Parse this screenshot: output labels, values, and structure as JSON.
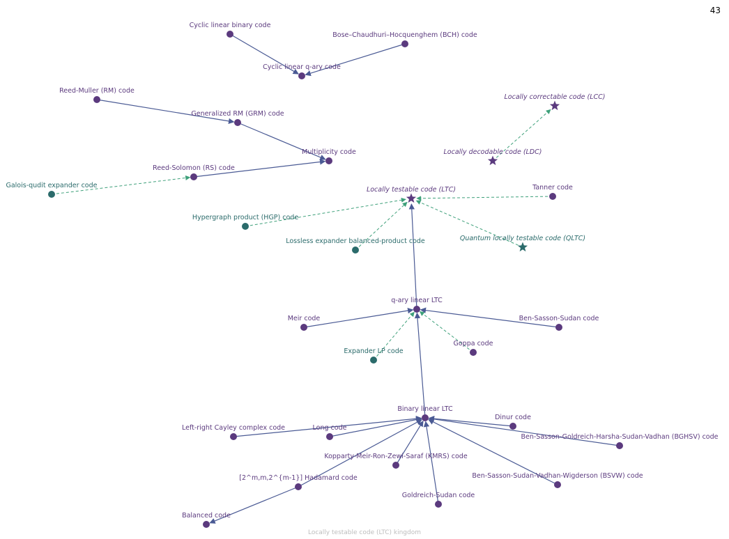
{
  "page_number": "43",
  "caption": "Locally testable code (LTC) kingdom",
  "colors": {
    "classical": "#5b3a7e",
    "quantum": "#2b6b6b",
    "edge_solid": "#4a5a94",
    "edge_dashed": "#3ea07a"
  },
  "nodes": [
    {
      "id": "cyclic_binary",
      "label": "Cyclic linear binary code",
      "kind": "classical",
      "shape": "circle",
      "italic": false
    },
    {
      "id": "bch",
      "label": "Bose–Chaudhuri–Hocquenghem (BCH) code",
      "kind": "classical",
      "shape": "circle",
      "italic": false
    },
    {
      "id": "cyclic_qary",
      "label": "Cyclic linear q-ary code",
      "kind": "classical",
      "shape": "circle",
      "italic": false
    },
    {
      "id": "rm",
      "label": "Reed-Muller (RM) code",
      "kind": "classical",
      "shape": "circle",
      "italic": false
    },
    {
      "id": "grm",
      "label": "Generalized RM (GRM) code",
      "kind": "classical",
      "shape": "circle",
      "italic": false
    },
    {
      "id": "mult",
      "label": "Multiplicity code",
      "kind": "classical",
      "shape": "circle",
      "italic": false
    },
    {
      "id": "rs",
      "label": "Reed-Solomon (RS) code",
      "kind": "classical",
      "shape": "circle",
      "italic": false
    },
    {
      "id": "galois",
      "label": "Galois-qudit expander code",
      "kind": "quantum",
      "shape": "circle",
      "italic": false
    },
    {
      "id": "lcc",
      "label": "Locally correctable code (LCC)",
      "kind": "classical",
      "shape": "star",
      "italic": true
    },
    {
      "id": "ldc",
      "label": "Locally decodable code (LDC)",
      "kind": "classical",
      "shape": "star",
      "italic": true
    },
    {
      "id": "ltc",
      "label": "Locally testable code (LTC)",
      "kind": "classical",
      "shape": "star",
      "italic": true
    },
    {
      "id": "tanner",
      "label": "Tanner code",
      "kind": "classical",
      "shape": "circle",
      "italic": false
    },
    {
      "id": "hgp",
      "label": "Hypergraph product (HGP) code",
      "kind": "quantum",
      "shape": "circle",
      "italic": false
    },
    {
      "id": "lossless",
      "label": "Lossless expander balanced-product code",
      "kind": "quantum",
      "shape": "circle",
      "italic": false
    },
    {
      "id": "qltc",
      "label": "Quantum locally testable code (QLTC)",
      "kind": "quantum",
      "shape": "star",
      "italic": true
    },
    {
      "id": "qary_ltc",
      "label": "q-ary linear LTC",
      "kind": "classical",
      "shape": "circle",
      "italic": false
    },
    {
      "id": "meir",
      "label": "Meir code",
      "kind": "classical",
      "shape": "circle",
      "italic": false
    },
    {
      "id": "bss",
      "label": "Ben-Sasson-Sudan code",
      "kind": "classical",
      "shape": "circle",
      "italic": false
    },
    {
      "id": "goppa",
      "label": "Goppa code",
      "kind": "classical",
      "shape": "circle",
      "italic": false
    },
    {
      "id": "expander_lp",
      "label": "Expander LP code",
      "kind": "quantum",
      "shape": "circle",
      "italic": false
    },
    {
      "id": "bin_ltc",
      "label": "Binary linear LTC",
      "kind": "classical",
      "shape": "circle",
      "italic": false
    },
    {
      "id": "dinur",
      "label": "Dinur code",
      "kind": "classical",
      "shape": "circle",
      "italic": false
    },
    {
      "id": "lr_cayley",
      "label": "Left-right Cayley complex code",
      "kind": "classical",
      "shape": "circle",
      "italic": false
    },
    {
      "id": "long",
      "label": "Long code",
      "kind": "classical",
      "shape": "circle",
      "italic": false
    },
    {
      "id": "bghsv",
      "label": "Ben-Sasson-Goldreich-Harsha-Sudan-Vadhan (BGHSV) code",
      "kind": "classical",
      "shape": "circle",
      "italic": false
    },
    {
      "id": "kmrs",
      "label": "Kopparty-Meir-Ron-Zewi-Saraf (KMRS) code",
      "kind": "classical",
      "shape": "circle",
      "italic": false
    },
    {
      "id": "hadamard",
      "label": "[2^m,m,2^{m-1}] Hadamard code",
      "kind": "classical",
      "shape": "circle",
      "italic": false
    },
    {
      "id": "bssvw",
      "label": "Ben-Sasson-Sudan-Vadhan-Wigderson (BSVW) code",
      "kind": "classical",
      "shape": "circle",
      "italic": false
    },
    {
      "id": "goldreich",
      "label": "Goldreich-Sudan code",
      "kind": "classical",
      "shape": "circle",
      "italic": false
    },
    {
      "id": "balanced",
      "label": "Balanced code",
      "kind": "classical",
      "shape": "circle",
      "italic": false
    }
  ],
  "edges": [
    {
      "from": "cyclic_binary",
      "to": "cyclic_qary",
      "style": "solid"
    },
    {
      "from": "bch",
      "to": "cyclic_qary",
      "style": "solid"
    },
    {
      "from": "rm",
      "to": "grm",
      "style": "solid"
    },
    {
      "from": "grm",
      "to": "mult",
      "style": "solid"
    },
    {
      "from": "rs",
      "to": "mult",
      "style": "solid"
    },
    {
      "from": "galois",
      "to": "rs",
      "style": "dashed"
    },
    {
      "from": "ldc",
      "to": "lcc",
      "style": "dashed"
    },
    {
      "from": "hgp",
      "to": "ltc",
      "style": "dashed"
    },
    {
      "from": "lossless",
      "to": "ltc",
      "style": "dashed"
    },
    {
      "from": "tanner",
      "to": "ltc",
      "style": "dashed"
    },
    {
      "from": "qltc",
      "to": "ltc",
      "style": "dashed"
    },
    {
      "from": "qary_ltc",
      "to": "ltc",
      "style": "solid"
    },
    {
      "from": "meir",
      "to": "qary_ltc",
      "style": "solid"
    },
    {
      "from": "bss",
      "to": "qary_ltc",
      "style": "solid"
    },
    {
      "from": "goppa",
      "to": "qary_ltc",
      "style": "dashed"
    },
    {
      "from": "expander_lp",
      "to": "qary_ltc",
      "style": "dashed"
    },
    {
      "from": "bin_ltc",
      "to": "qary_ltc",
      "style": "solid"
    },
    {
      "from": "lr_cayley",
      "to": "bin_ltc",
      "style": "solid"
    },
    {
      "from": "long",
      "to": "bin_ltc",
      "style": "solid"
    },
    {
      "from": "dinur",
      "to": "bin_ltc",
      "style": "solid"
    },
    {
      "from": "bghsv",
      "to": "bin_ltc",
      "style": "solid"
    },
    {
      "from": "kmrs",
      "to": "bin_ltc",
      "style": "solid"
    },
    {
      "from": "hadamard",
      "to": "bin_ltc",
      "style": "solid"
    },
    {
      "from": "bssvw",
      "to": "bin_ltc",
      "style": "solid"
    },
    {
      "from": "goldreich",
      "to": "bin_ltc",
      "style": "solid"
    },
    {
      "from": "hadamard",
      "to": "balanced",
      "style": "solid"
    }
  ]
}
